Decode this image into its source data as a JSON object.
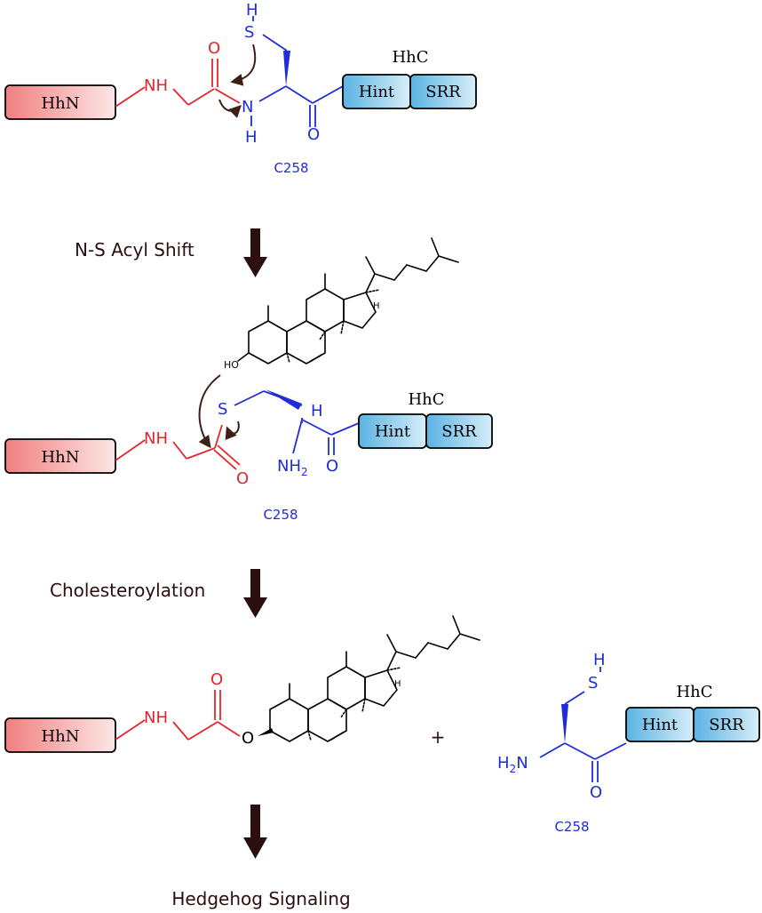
{
  "colors": {
    "hhn_fill": "#f6a3a3",
    "hint_fill": "#7cc4ea",
    "red": "#e3262b",
    "blue": "#1f2dd9",
    "arrow": "#2b0f0f"
  },
  "step1": {
    "hhn": "HhN",
    "hhc": "HhC",
    "hint": "Hint",
    "srr": "SRR",
    "nh": "NH",
    "o_red": "O",
    "n_blue": "N",
    "h_blue": "H",
    "s": "S",
    "sh_h": "H",
    "o_blue": "O",
    "residue": "C258"
  },
  "transition1": {
    "label": "N-S Acyl Shift"
  },
  "step2": {
    "hhn": "HhN",
    "hhc": "HhC",
    "hint": "Hint",
    "srr": "SRR",
    "nh": "NH",
    "s": "S",
    "o_red": "O",
    "h_blue": "H",
    "nh2_main": "NH",
    "nh2_sub": "2",
    "o_blue": "O",
    "residue": "C258",
    "cholesterol_ho": "HO",
    "cholesterol_h": "H"
  },
  "transition2": {
    "label": "Cholesteroylation"
  },
  "step3": {
    "hhn": "HhN",
    "nh": "NH",
    "o_top": "O",
    "o_link": "O",
    "cholesterol_h": "H",
    "plus": "+",
    "hhc": "HhC",
    "hint": "Hint",
    "srr": "SRR",
    "h2n_main": "N",
    "h2n_pre": "H",
    "h2n_sub": "2",
    "s": "S",
    "sh_h": "H",
    "o_blue": "O",
    "residue": "C258"
  },
  "transition3": {
    "label": "Hedgehog Signaling"
  }
}
